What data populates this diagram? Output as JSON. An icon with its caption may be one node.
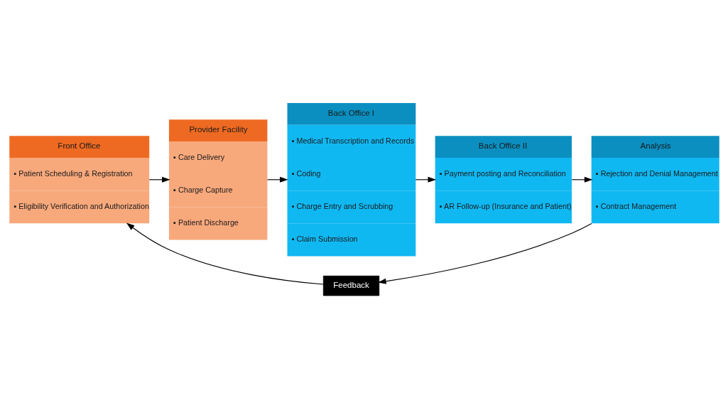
{
  "diagram": {
    "nodes": [
      {
        "text": [
          "Front Office",
          "▪ Patient Scheduling & Registration",
          "▪ Eligibility Verification and Authorization"
        ]
      },
      {
        "text": [
          "Provider Facility",
          "▪ Care Delivery",
          "▪ Charge Capture",
          "▪ Patient Discharge"
        ]
      },
      {
        "text": [
          "Back Office I",
          "▪ Medical Transcription and Records",
          "▪ Coding",
          "▪ Charge Entry and Scrubbing",
          "▪ Claim Submission"
        ]
      },
      {
        "text": [
          "Back Office II",
          "▪ Payment posting and Reconciliation",
          "▪ AR Follow-up (Insurance and Patient)"
        ]
      },
      {
        "text": [
          "Analysis",
          "▪ Rejection and Denial Management",
          "▪ Contract Management"
        ]
      },
      {
        "text": [
          "Feedback"
        ]
      }
    ],
    "edges": [
      {
        "from": 0,
        "to": 1,
        "arrow": "to"
      },
      {
        "from": 1,
        "to": 2,
        "arrow": "to"
      },
      {
        "from": 2,
        "to": 3,
        "arrow": "to"
      },
      {
        "from": 3,
        "to": 4,
        "arrow": "to"
      },
      {
        "from": 4,
        "to": 5,
        "arrow": "to"
      },
      {
        "from": 5,
        "to": 0,
        "arrow": "to"
      }
    ]
  }
}
